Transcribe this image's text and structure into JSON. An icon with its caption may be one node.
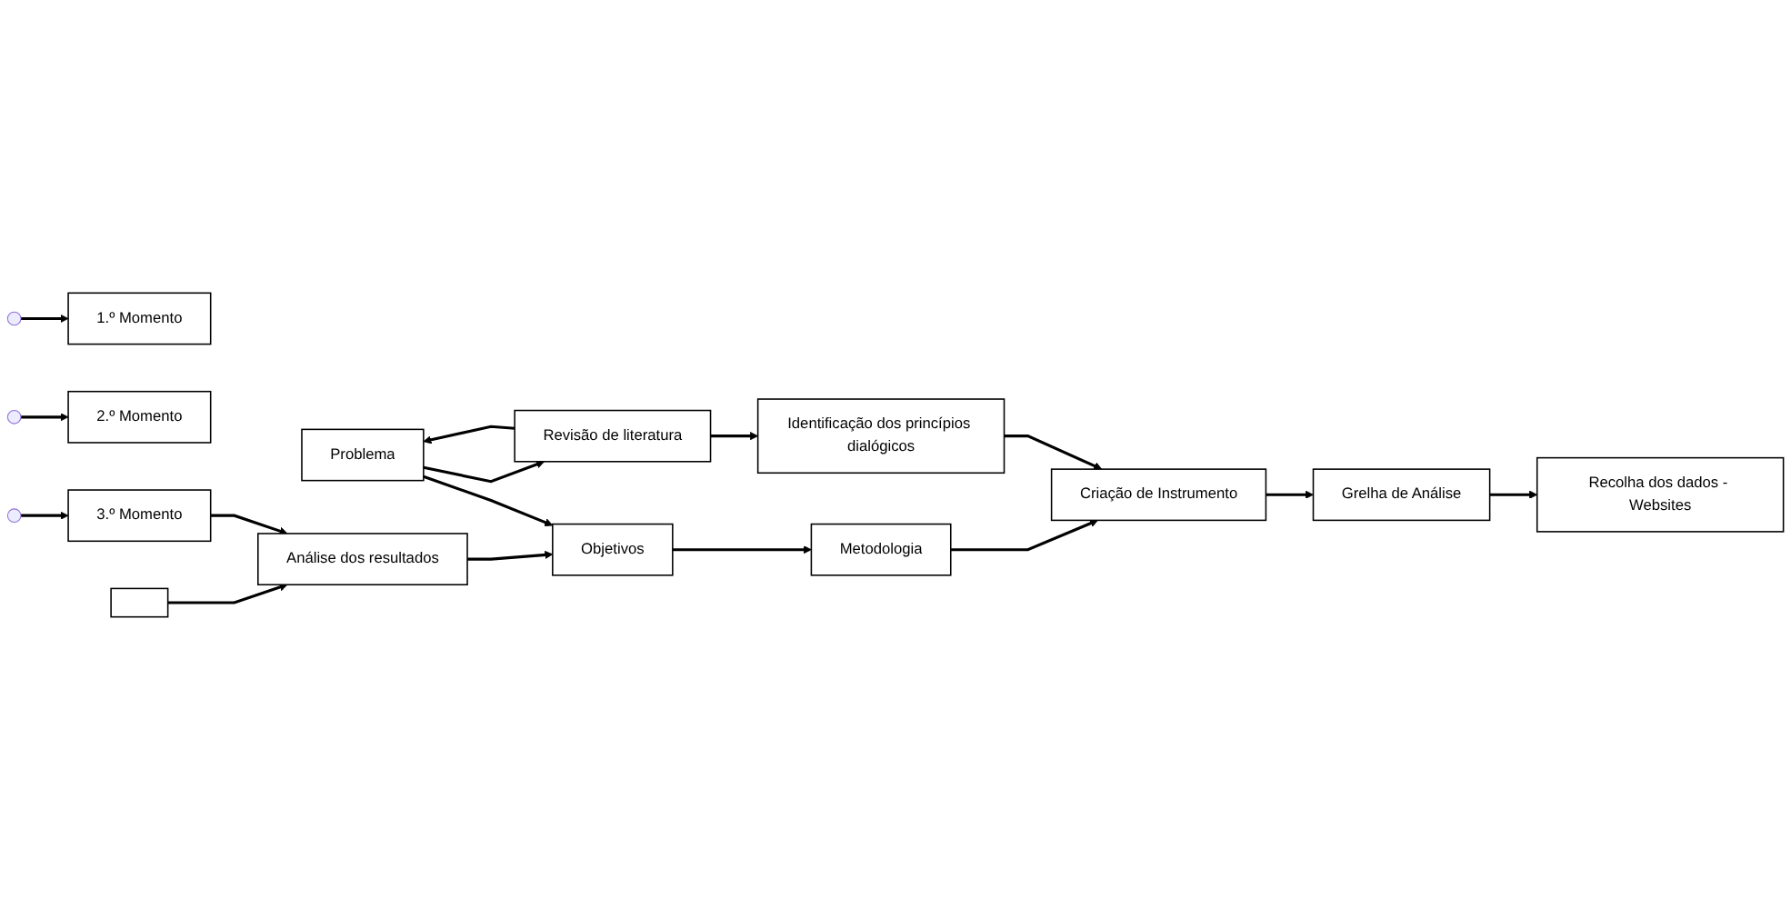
{
  "diagram": {
    "nodes": [
      {
        "text": [
          "Problema"
        ]
      },
      {
        "text": [
          "Objetivos"
        ]
      },
      {
        "text": [
          "Metodologia"
        ]
      },
      {
        "text": [
          "Revisão de literatura"
        ]
      },
      {
        "text": [
          "Análise dos resultados"
        ]
      },
      {
        "text": [
          "Criação de Instrumento"
        ]
      },
      {
        "text": [
          "Grelha de Análise"
        ]
      },
      {
        "text": [
          "Identificação dos princípios dialógicos"
        ]
      },
      {
        "text": [
          "Recolha dos dados - Websites"
        ]
      },
      {
        "text": [
          "1.º Momento"
        ]
      },
      {
        "text": [
          "2.º Momento"
        ]
      },
      {
        "text": [
          "3.º Momento"
        ]
      },
      {
        "text": [],
        "shape": "box"
      }
    ],
    "edges": [
      {
        "from": 0,
        "to": 1,
        "arrow": "to"
      },
      {
        "from": 1,
        "to": 2,
        "arrow": "to"
      },
      {
        "from": 2,
        "to": 5,
        "arrow": "to"
      },
      {
        "from": 3,
        "to": 0,
        "arrow": "to"
      },
      {
        "from": 0,
        "to": 3,
        "arrow": "to"
      },
      {
        "from": 3,
        "to": 7,
        "arrow": "to"
      },
      {
        "from": 7,
        "to": 5,
        "arrow": "to"
      },
      {
        "from": 5,
        "to": 6,
        "arrow": "to"
      },
      {
        "from": 6,
        "to": 8,
        "arrow": "to"
      },
      {
        "from": null,
        "to": 9,
        "arrow": "to"
      },
      {
        "from": null,
        "to": 10,
        "arrow": "to"
      },
      {
        "from": null,
        "to": 11,
        "arrow": "to"
      },
      {
        "from": 11,
        "to": 4,
        "arrow": "to"
      },
      {
        "from": 12,
        "to": 4,
        "arrow": "to"
      },
      {
        "from": 4,
        "to": 1,
        "arrow": "to"
      }
    ]
  }
}
